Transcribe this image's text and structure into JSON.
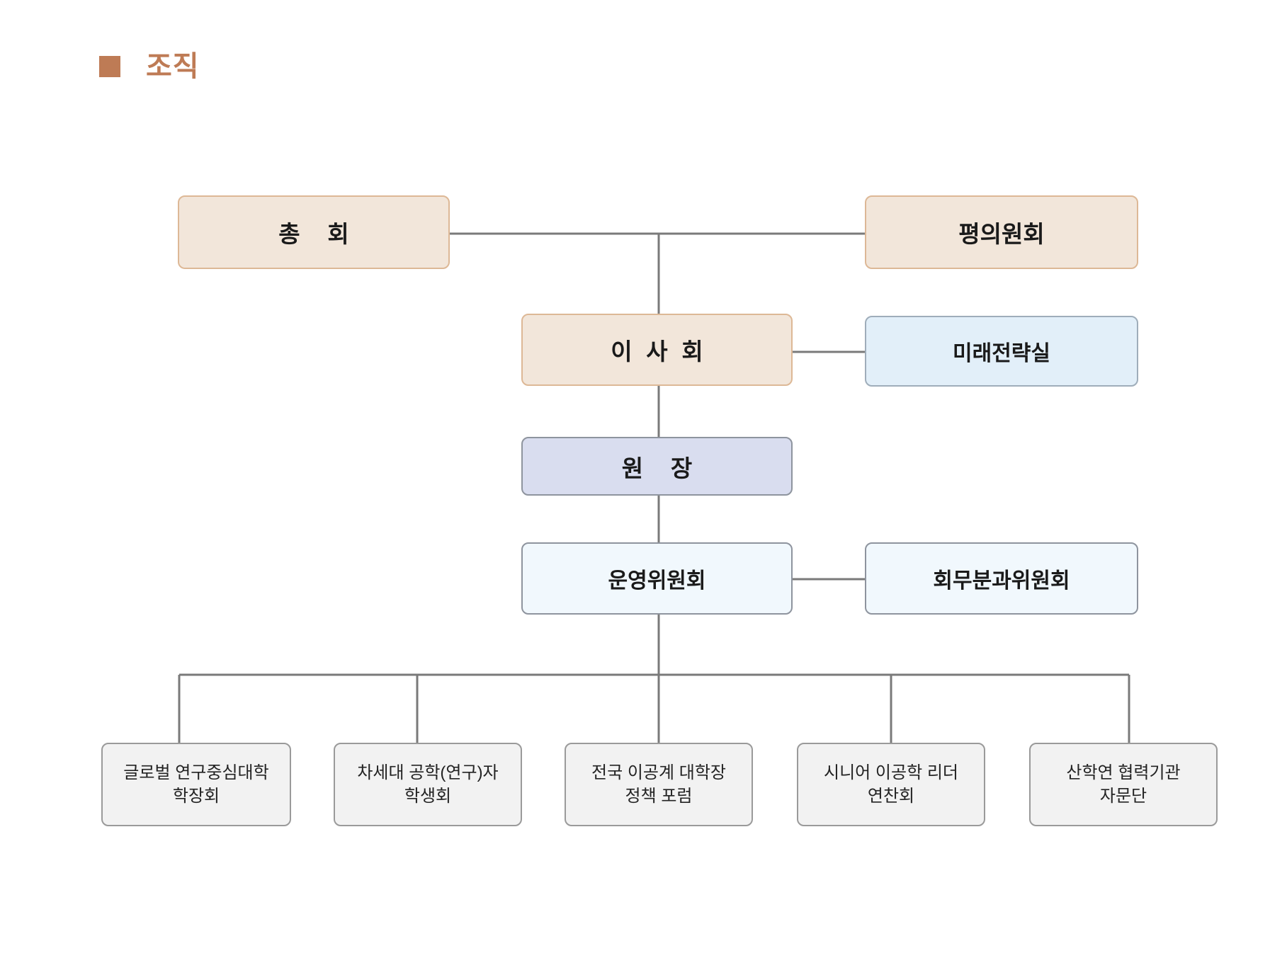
{
  "header": {
    "bullet_icon": "square-bullet-icon",
    "title": "조직",
    "accent_color": "#BE7B55"
  },
  "chart_data": {
    "type": "org-chart",
    "title": "조직",
    "nodes": [
      {
        "id": "general-assembly",
        "label": "총  회",
        "level": 1,
        "style": "beige",
        "fill": "#F2E6DA",
        "border": "#DDB896"
      },
      {
        "id": "senate",
        "label": "평의원회",
        "level": 1,
        "style": "beige",
        "fill": "#F2E6DA",
        "border": "#DDB896"
      },
      {
        "id": "board-of-directors",
        "label": "이 사 회",
        "level": 2,
        "style": "beige",
        "fill": "#F2E6DA",
        "border": "#DDB896"
      },
      {
        "id": "future-strategy",
        "label": "미래전략실",
        "level": 2,
        "style": "skyblue",
        "fill": "#E2EFF9",
        "border": "#9FADBA"
      },
      {
        "id": "president",
        "label": "원  장",
        "level": 3,
        "style": "lavender",
        "fill": "#D9DDEF",
        "border": "#8E949E"
      },
      {
        "id": "steering-committee",
        "label": "운영위원회",
        "level": 4,
        "style": "paleblue",
        "fill": "#F1F8FD",
        "border": "#8E949E"
      },
      {
        "id": "affairs-subcommittee",
        "label": "회무분과위원회",
        "level": 4,
        "style": "paleblue",
        "fill": "#F1F8FD",
        "border": "#8E949E"
      },
      {
        "id": "leaf-1",
        "label": "글로벌 연구중심대학\n학장회",
        "level": 5,
        "style": "gray",
        "fill": "#F2F2F2",
        "border": "#9A9A9A"
      },
      {
        "id": "leaf-2",
        "label": "차세대 공학(연구)자\n학생회",
        "level": 5,
        "style": "gray",
        "fill": "#F2F2F2",
        "border": "#9A9A9A"
      },
      {
        "id": "leaf-3",
        "label": "전국 이공계 대학장\n정책 포럼",
        "level": 5,
        "style": "gray",
        "fill": "#F2F2F2",
        "border": "#9A9A9A"
      },
      {
        "id": "leaf-4",
        "label": "시니어 이공학 리더\n연찬회",
        "level": 5,
        "style": "gray",
        "fill": "#F2F2F2",
        "border": "#9A9A9A"
      },
      {
        "id": "leaf-5",
        "label": "산학연 협력기관\n자문단",
        "level": 5,
        "style": "gray",
        "fill": "#F2F2F2",
        "border": "#9A9A9A"
      }
    ],
    "edges": [
      {
        "from": "general-assembly",
        "to": "senate",
        "kind": "horizontal"
      },
      {
        "from": "general-assembly",
        "to": "board-of-directors",
        "kind": "tee-down"
      },
      {
        "from": "board-of-directors",
        "to": "future-strategy",
        "kind": "horizontal"
      },
      {
        "from": "board-of-directors",
        "to": "president",
        "kind": "vertical"
      },
      {
        "from": "president",
        "to": "steering-committee",
        "kind": "vertical"
      },
      {
        "from": "steering-committee",
        "to": "affairs-subcommittee",
        "kind": "horizontal"
      },
      {
        "from": "steering-committee",
        "to": "leaf-1",
        "kind": "bus"
      },
      {
        "from": "steering-committee",
        "to": "leaf-2",
        "kind": "bus"
      },
      {
        "from": "steering-committee",
        "to": "leaf-3",
        "kind": "bus"
      },
      {
        "from": "steering-committee",
        "to": "leaf-4",
        "kind": "bus"
      },
      {
        "from": "steering-committee",
        "to": "leaf-5",
        "kind": "bus"
      }
    ],
    "line_color": "#7A7A7A",
    "background": "#FFFFFF"
  },
  "nodes": {
    "general_assembly": "총  회",
    "senate": "평의원회",
    "board_of_directors": "이 사 회",
    "future_strategy_office": "미래전략실",
    "president": "원  장",
    "steering_committee": "운영위원회",
    "affairs_subcommittee": "회무분과위원회",
    "leaf_1": "글로벌 연구중심대학\n학장회",
    "leaf_2": "차세대 공학(연구)자\n학생회",
    "leaf_3": "전국 이공계 대학장\n정책 포럼",
    "leaf_4": "시니어 이공학 리더\n연찬회",
    "leaf_5": "산학연 협력기관\n자문단"
  }
}
